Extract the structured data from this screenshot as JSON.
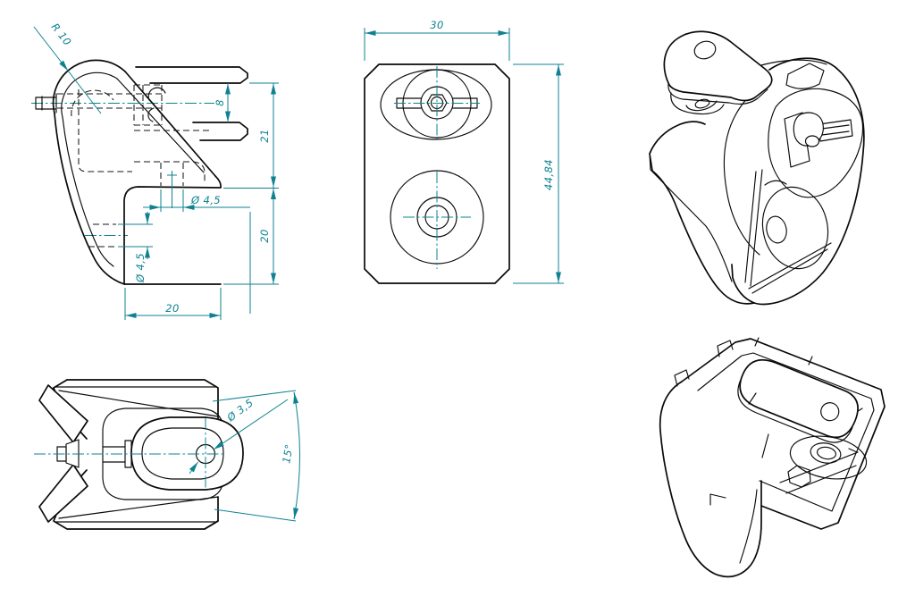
{
  "drawing": {
    "background_color": "#ffffff",
    "edge_color": "#0a0a0a",
    "dim_color": "#0e8291",
    "views": {
      "front": {
        "dim_radius": "R 10",
        "dim_fork_gap": "8",
        "dim_upper_height": "21",
        "dim_hole_top": "Ø 4,5",
        "dim_hole_front": "Ø 4,5",
        "dim_lower_height": "20",
        "dim_base_width": "20"
      },
      "top": {
        "dim_width": "30",
        "dim_height": "44,84"
      },
      "side": {
        "dim_hole": "Ø 3,5",
        "dim_angle": "15°"
      }
    }
  }
}
